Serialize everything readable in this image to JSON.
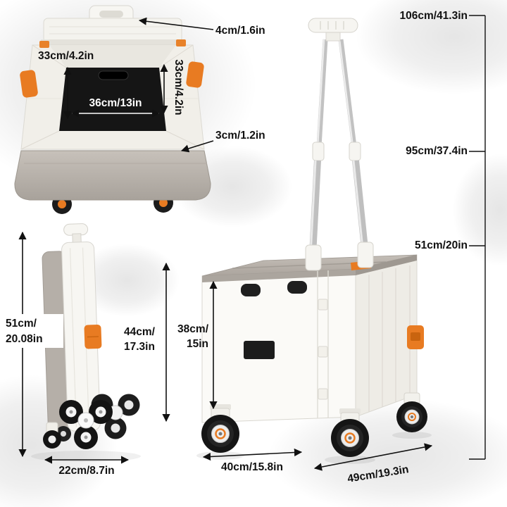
{
  "annotations": {
    "lid_handle_height": "4cm/1.6in",
    "total_height": "106cm/41.3in",
    "left_wall_depth": "33cm/4.2in",
    "right_wall_depth": "33cm/4.2in",
    "inner_width": "36cm/13in",
    "lid_edge_thickness": "3cm/1.2in",
    "handle_second_stage_height": "95cm/37.4in",
    "handle_collapsed_height": "51cm/20in",
    "folded_height": {
      "l1": "51cm/",
      "l2": "20.08in"
    },
    "cart_body_height": {
      "l1": "44cm/",
      "l2": "17.3in"
    },
    "inner_height": {
      "l1": "38cm/",
      "l2": "15in"
    },
    "folded_width": "22cm/8.7in",
    "cart_width": "40cm/15.8in",
    "cart_depth": "49cm/19.3in"
  },
  "colors": {
    "accent_orange": "#e87b22",
    "lid_taupe": "#b5afa8",
    "interior_black": "#151515",
    "text": "#111111",
    "background": "#ffffff",
    "blob_gray": "#e9e9e9"
  }
}
